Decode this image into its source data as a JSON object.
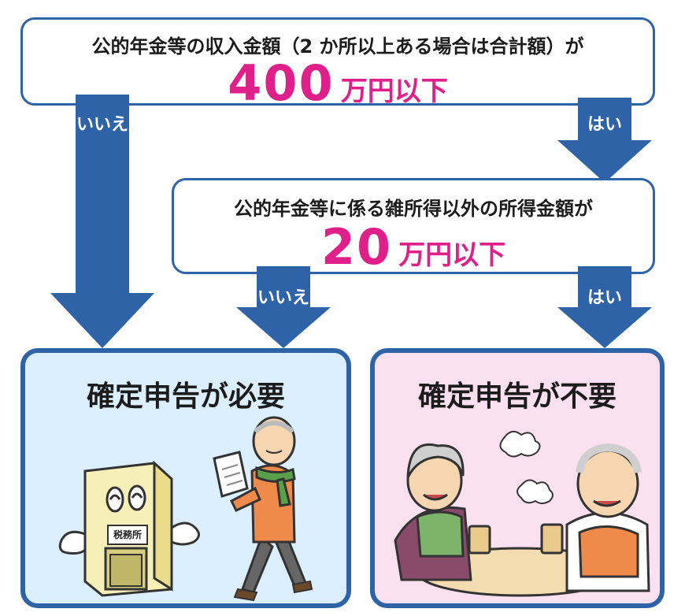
{
  "question1": {
    "text": "公的年金等の収入金額（2 か所以上ある場合は合計額）が",
    "amount": "400",
    "unit": "万円以下"
  },
  "question2": {
    "text": "公的年金等に係る雑所得以外の所得金額が",
    "amount": "20",
    "unit": "万円以下"
  },
  "arrows": {
    "no1": "いいえ",
    "yes1": "はい",
    "no2": "いいえ",
    "yes2": "はい"
  },
  "result_required": {
    "title": "確定申告が必要",
    "office_sign": "税務所"
  },
  "result_not_required": {
    "title": "確定申告が不要"
  }
}
